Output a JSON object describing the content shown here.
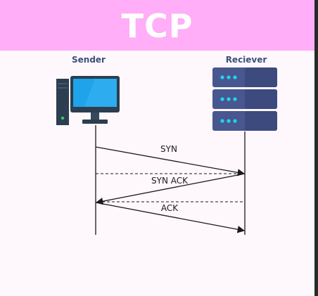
{
  "header": {
    "title": "TCP"
  },
  "actors": {
    "sender": {
      "label": "Sender",
      "icon": "desktop-computer-icon"
    },
    "receiver": {
      "label": "Reciever",
      "icon": "server-rack-icon"
    }
  },
  "messages": [
    {
      "label": "SYN",
      "from": "sender",
      "to": "receiver",
      "line": "solid"
    },
    {
      "label": "SYN ACK",
      "from": "receiver",
      "to": "sender",
      "line": "solid"
    },
    {
      "label": "ACK",
      "from": "sender",
      "to": "receiver",
      "line": "solid"
    }
  ],
  "colors": {
    "header_bg": "#ffaef7",
    "background": "#fef7fb",
    "label_text": "#3d4f7a",
    "screen_blue": "#1fa3ea",
    "monitor_dark": "#2c3e50",
    "server_blue": "#48578f"
  }
}
